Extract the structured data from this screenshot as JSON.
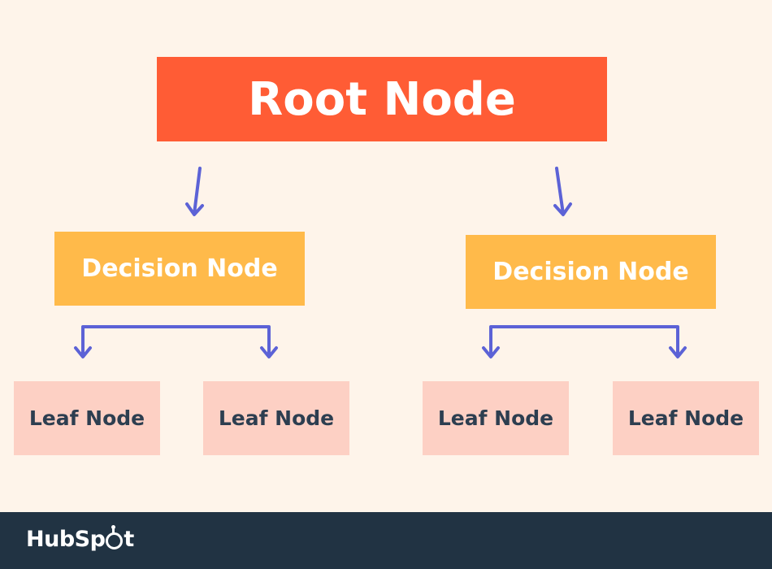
{
  "diagram": {
    "root": {
      "label": "Root Node"
    },
    "decisions": [
      {
        "label": "Decision Node"
      },
      {
        "label": "Decision Node"
      }
    ],
    "leaves": [
      {
        "label": "Leaf Node"
      },
      {
        "label": "Leaf Node"
      },
      {
        "label": "Leaf Node"
      },
      {
        "label": "Leaf Node"
      }
    ],
    "colors": {
      "background": "#fef4ea",
      "root": "#ff5c35",
      "decision": "#ffba4a",
      "leaf": "#fdd0c4",
      "arrow": "#5c62d6",
      "footer": "#213343"
    }
  },
  "footer": {
    "logo_text_before": "HubSp",
    "logo_text_after": "t"
  }
}
